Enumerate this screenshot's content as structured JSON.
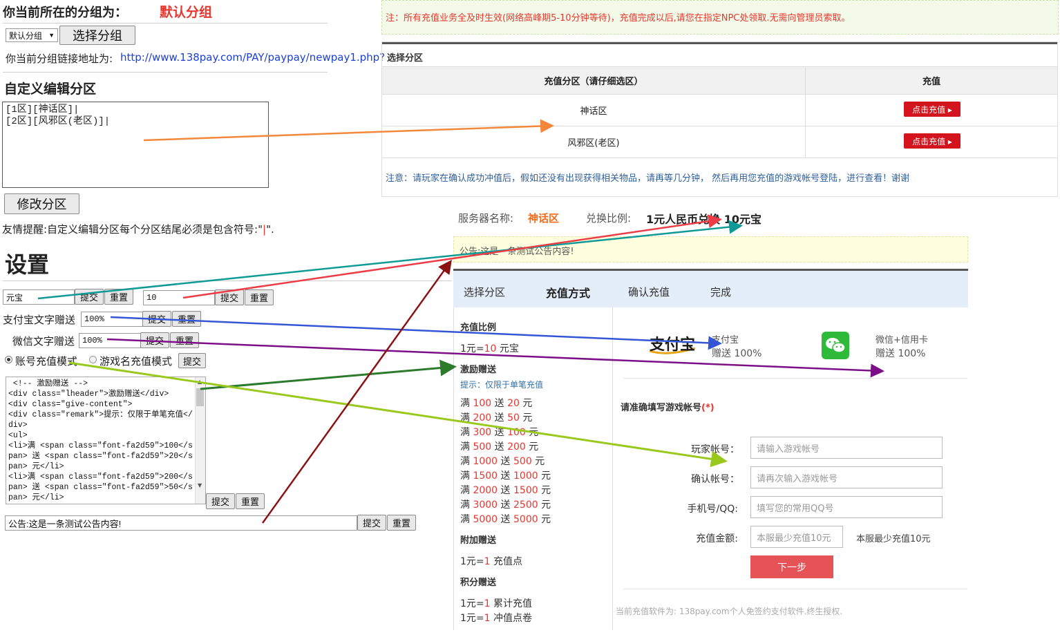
{
  "left": {
    "group_label": "你当前所在的分组为：",
    "group_value": "默认分组",
    "select_value": "默认分组",
    "select_button": "选择分组",
    "link_prefix": "你当前分组链接地址为:",
    "link_url": "http://www.138pay.com/PAY/paypay/newpay1.php?",
    "custom_title": "自定义编辑分区",
    "zones_text": "[1区][神话区]|\n[2区][风邪区(老区)]|",
    "modify_button": "修改分区",
    "tip_prefix": "友情提醒:自定义编辑分区每个分区结尾必须是包含符号:\"",
    "tip_symbol": "|",
    "tip_suffix": "\".",
    "settings_title": "设置",
    "currency_value": "元宝",
    "ratio_value": "10",
    "submit": "提交",
    "reset": "重置",
    "alipay_label": "支付宝文字赠送",
    "alipay_value": "100%",
    "wechat_label": "微信文字赠送",
    "wechat_value": "100%",
    "mode_account": "账号充值模式",
    "mode_game": "游戏名充值模式",
    "code_text": " <!-- 激励赠送 -->\n<div class=\"lheader\">激励赠送</div>\n<div class=\"give-content\">\n<div class=\"remark\">提示：仅限于单笔充值</div>\n<ul>\n<li>满 <span class=\"font-fa2d59\">100</span> 送 <span class=\"font-fa2d59\">20</span> 元</li>\n<li>满 <span class=\"font-fa2d59\">200</span> 送 <span class=\"font-fa2d59\">50</span> 元</li>",
    "announce_value": "公告:这是一条测试公告内容!"
  },
  "top_notice": "注：所有充值业务全及时生效(网络高峰期5-10分钟等待)，充值完成以后,请您在指定NPC处领取.无需向管理员索取。",
  "zone_table": {
    "title": "选择分区",
    "col1": "充值分区（请仔细选区）",
    "col2": "充值",
    "rows": [
      {
        "name": "神话区",
        "btn": "点击充值 ▸"
      },
      {
        "name": "风邪区(老区)",
        "btn": "点击充值 ▸"
      }
    ],
    "note": "注意：请玩家在确认成功冲值后，假如还没有出现获得相关物品，请再等几分钟， 然后再用您充值的游戏帐号登陆，进行查看！谢谢"
  },
  "server": {
    "name_label": "服务器名称:",
    "name_value": "神话区",
    "ratio_label": "兑换比例:",
    "ratio_value": "1元人民币兑换 10元宝",
    "announce": "公告:这是一条测试公告内容!"
  },
  "steps": [
    "选择分区",
    "充值方式",
    "确认充值",
    "完成"
  ],
  "sidebar": {
    "ratio_title": "充值比例",
    "ratio_line": {
      "pre": "1元=",
      "num": "10",
      "post": " 元宝"
    },
    "incentive_title": "激励赠送",
    "incentive_tip": "提示：仅限于单笔充值",
    "rules": [
      {
        "a": "100",
        "b": "20"
      },
      {
        "a": "200",
        "b": "50"
      },
      {
        "a": "300",
        "b": "100"
      },
      {
        "a": "500",
        "b": "200"
      },
      {
        "a": "1000",
        "b": "500"
      },
      {
        "a": "1500",
        "b": "1000"
      },
      {
        "a": "2000",
        "b": "1500"
      },
      {
        "a": "3000",
        "b": "2500"
      },
      {
        "a": "5000",
        "b": "5000"
      }
    ],
    "rule_word_full": "满",
    "rule_word_give": "送",
    "rule_word_unit": "元",
    "extra_title": "附加赠送",
    "extra_line": {
      "pre": "1元=",
      "num": "1",
      "post": " 充值点"
    },
    "points_title": "积分赠送",
    "points_lines": [
      {
        "pre": "1元=",
        "num": "1",
        "post": " 累计充值"
      },
      {
        "pre": "1元=",
        "num": "1",
        "post": " 冲值点卷"
      }
    ]
  },
  "pay_methods": [
    {
      "name": "支付宝",
      "bonus": "赠送 100%",
      "logo_text": "支付宝"
    },
    {
      "name": "微信+信用卡",
      "bonus": "赠送 100%"
    }
  ],
  "form": {
    "title": "请准确填写游戏帐号",
    "required": "(*)",
    "fields": [
      {
        "label": "玩家帐号：",
        "placeholder": "请输入游戏帐号"
      },
      {
        "label": "确认帐号：",
        "placeholder": "请再次输入游戏帐号"
      },
      {
        "label": "手机号/QQ:",
        "placeholder": "填写您的常用QQ号"
      },
      {
        "label": "充值金额:",
        "placeholder": "本服最少充值10元"
      }
    ],
    "amount_hint": "本服最少充值10元",
    "next": "下一步",
    "footer": "当前充值软件为: 138pay.com个人免签约支付软件.终生授权."
  },
  "colors": {
    "accent_red": "#e8352e",
    "pay_red": "#d3141e",
    "next_btn": "#e65356",
    "notice_green_bg": "#f3fbe8",
    "announce_bg": "#ffffdf",
    "steps_bg": "#e4eef9"
  }
}
